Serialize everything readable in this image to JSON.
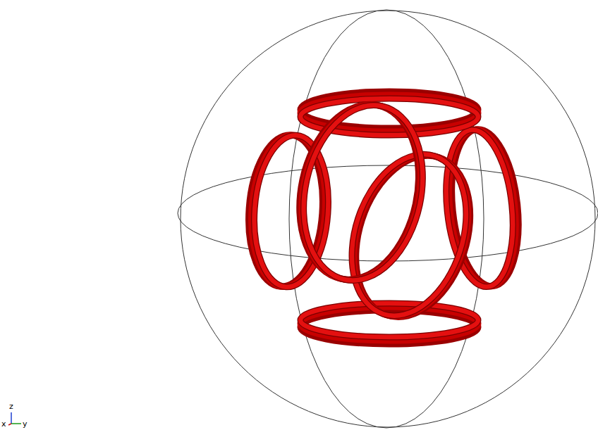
{
  "diagram": {
    "labels": [
      "z",
      "x",
      "y"
    ]
  }
}
